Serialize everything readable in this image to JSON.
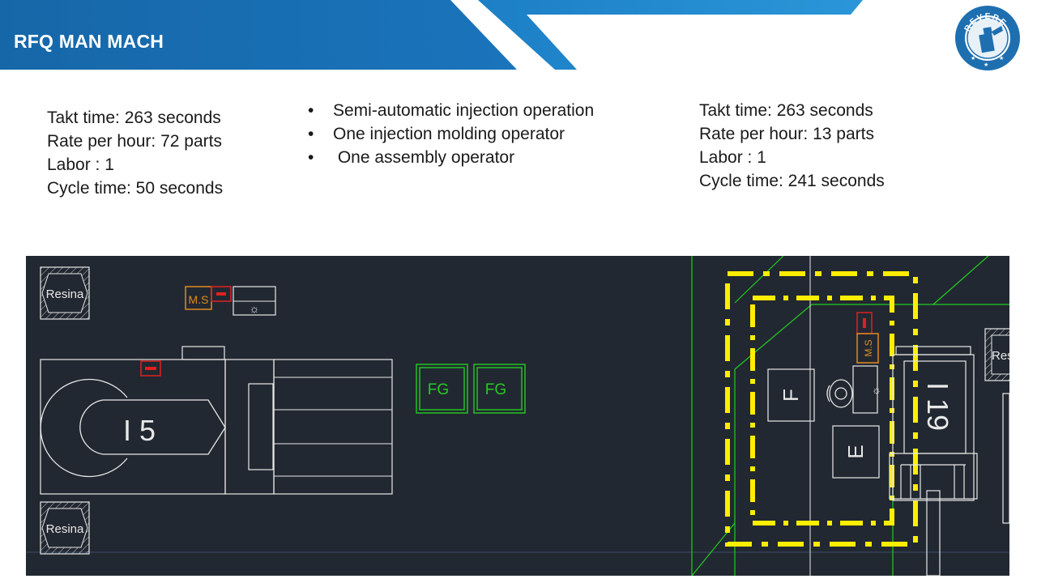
{
  "slide": {
    "title": "RFQ MAN MACH"
  },
  "colors": {
    "banner_dark": "#1667a8",
    "banner_mid": "#1e84cc",
    "banner_light": "#2a96d8",
    "cad_background": "#222831",
    "cad_line": "#e8e8e8",
    "cad_green": "#22cc22",
    "cad_yellow": "#ffee00",
    "cad_red": "#e02020",
    "cad_orange": "#e08a20",
    "logo_blue": "#1e6fb0"
  },
  "logo": {
    "text": "REVERE"
  },
  "left_stats": {
    "takt": "Takt time: 263 seconds",
    "rate": "Rate per hour: 72 parts",
    "labor": "Labor : 1",
    "cycle": "Cycle time: 50 seconds"
  },
  "bullets": {
    "marker": "•",
    "items": [
      "Semi-automatic injection operation",
      "One injection molding operator",
      " One assembly operator"
    ]
  },
  "right_stats": {
    "takt": "Takt time: 263 seconds",
    "rate": "Rate per hour: 13 parts",
    "labor": "Labor : 1",
    "cycle": "Cycle time: 241 seconds"
  },
  "cad": {
    "resina_top": "Resina",
    "resina_bottom": "Resina",
    "resina_right": "Res",
    "ms_left": "M.S",
    "ms_right": "M.S",
    "machine_left": "I 5",
    "machine_right": "I 19",
    "fg_1": "FG",
    "fg_2": "FG",
    "box_f": "F",
    "box_e": "E"
  }
}
